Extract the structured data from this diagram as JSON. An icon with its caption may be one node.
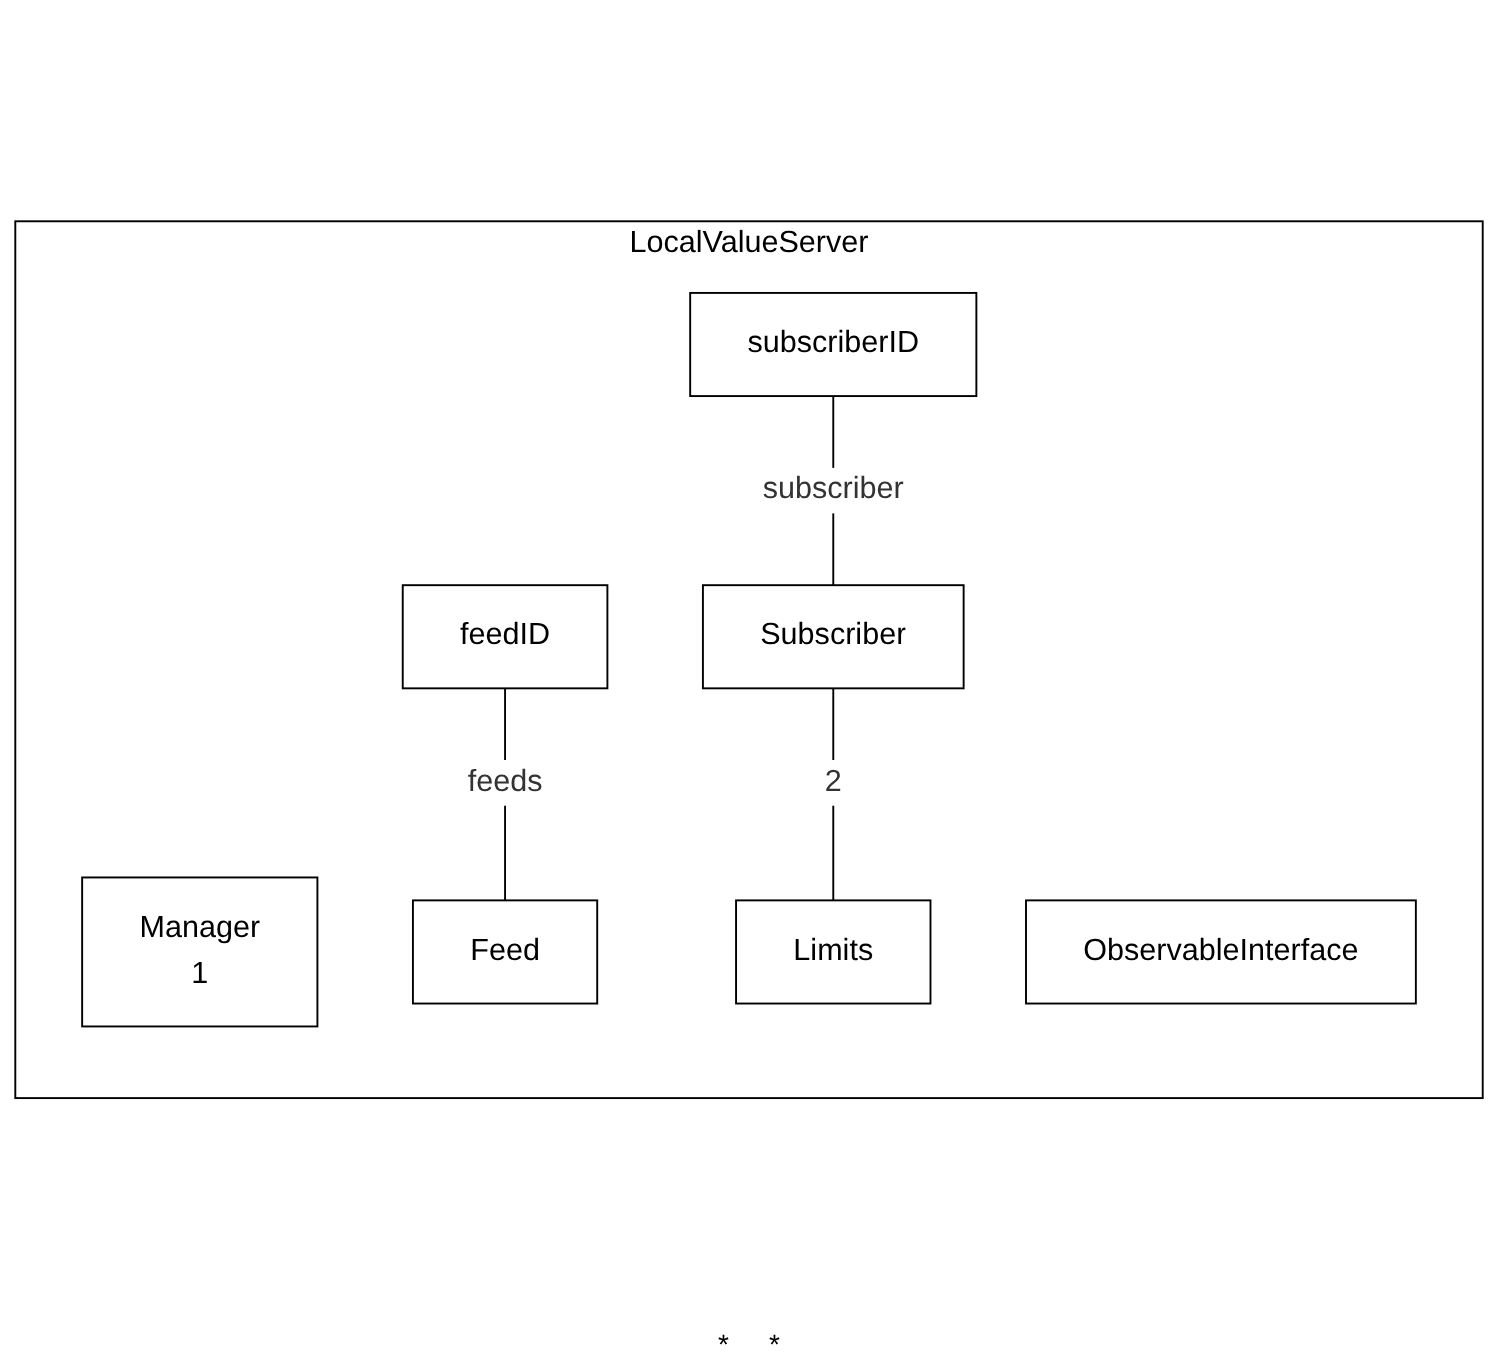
{
  "diagram": {
    "nodes": [
      {
        "text": [
          "LocalValueServer"
        ]
      },
      {
        "text": [
          "Manager",
          "1"
        ],
        "in": 0
      },
      {
        "text": [
          "feedID"
        ],
        "in": 0
      },
      {
        "text": [
          "Feed"
        ],
        "in": 0
      },
      {
        "text": [
          "ObservableInterface"
        ],
        "in": 0
      },
      {
        "text": [
          "subscriberID"
        ],
        "in": 0
      },
      {
        "text": [
          "Subscriber"
        ],
        "in": 0
      },
      {
        "text": [
          "Limits"
        ],
        "in": 0
      }
    ],
    "edges": [
      {
        "from": 2,
        "to": 3,
        "arrow": "none",
        "label": "feeds"
      },
      {
        "from": 5,
        "to": 6,
        "arrow": "none",
        "label": "subscriber"
      },
      {
        "from": 6,
        "to": 7,
        "arrow": "none",
        "label": "2"
      }
    ],
    "labels": [
      "*",
      "*"
    ]
  }
}
